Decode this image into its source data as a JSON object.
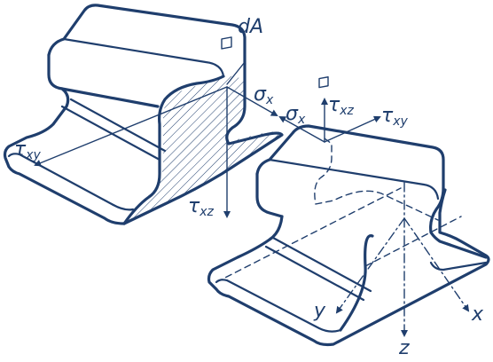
{
  "labels": {
    "dA": "dA",
    "sigma_left": {
      "sym": "σ",
      "sub": "x"
    },
    "sigma_right": {
      "sym": "σ",
      "sub": "x"
    },
    "tau_xz_top": {
      "sym": "τ",
      "sub": "xz"
    },
    "tau_xy_top": {
      "sym": "τ",
      "sub": "xy"
    },
    "tau_xy_left": {
      "sym": "τ",
      "sub": "xy"
    },
    "tau_xz_bottom": {
      "sym": "τ",
      "sub": "xz"
    },
    "axis_x": "x",
    "axis_y": "y",
    "axis_z": "z"
  },
  "colors": {
    "ink": "#1f3e6d",
    "background": "#ffffff"
  }
}
